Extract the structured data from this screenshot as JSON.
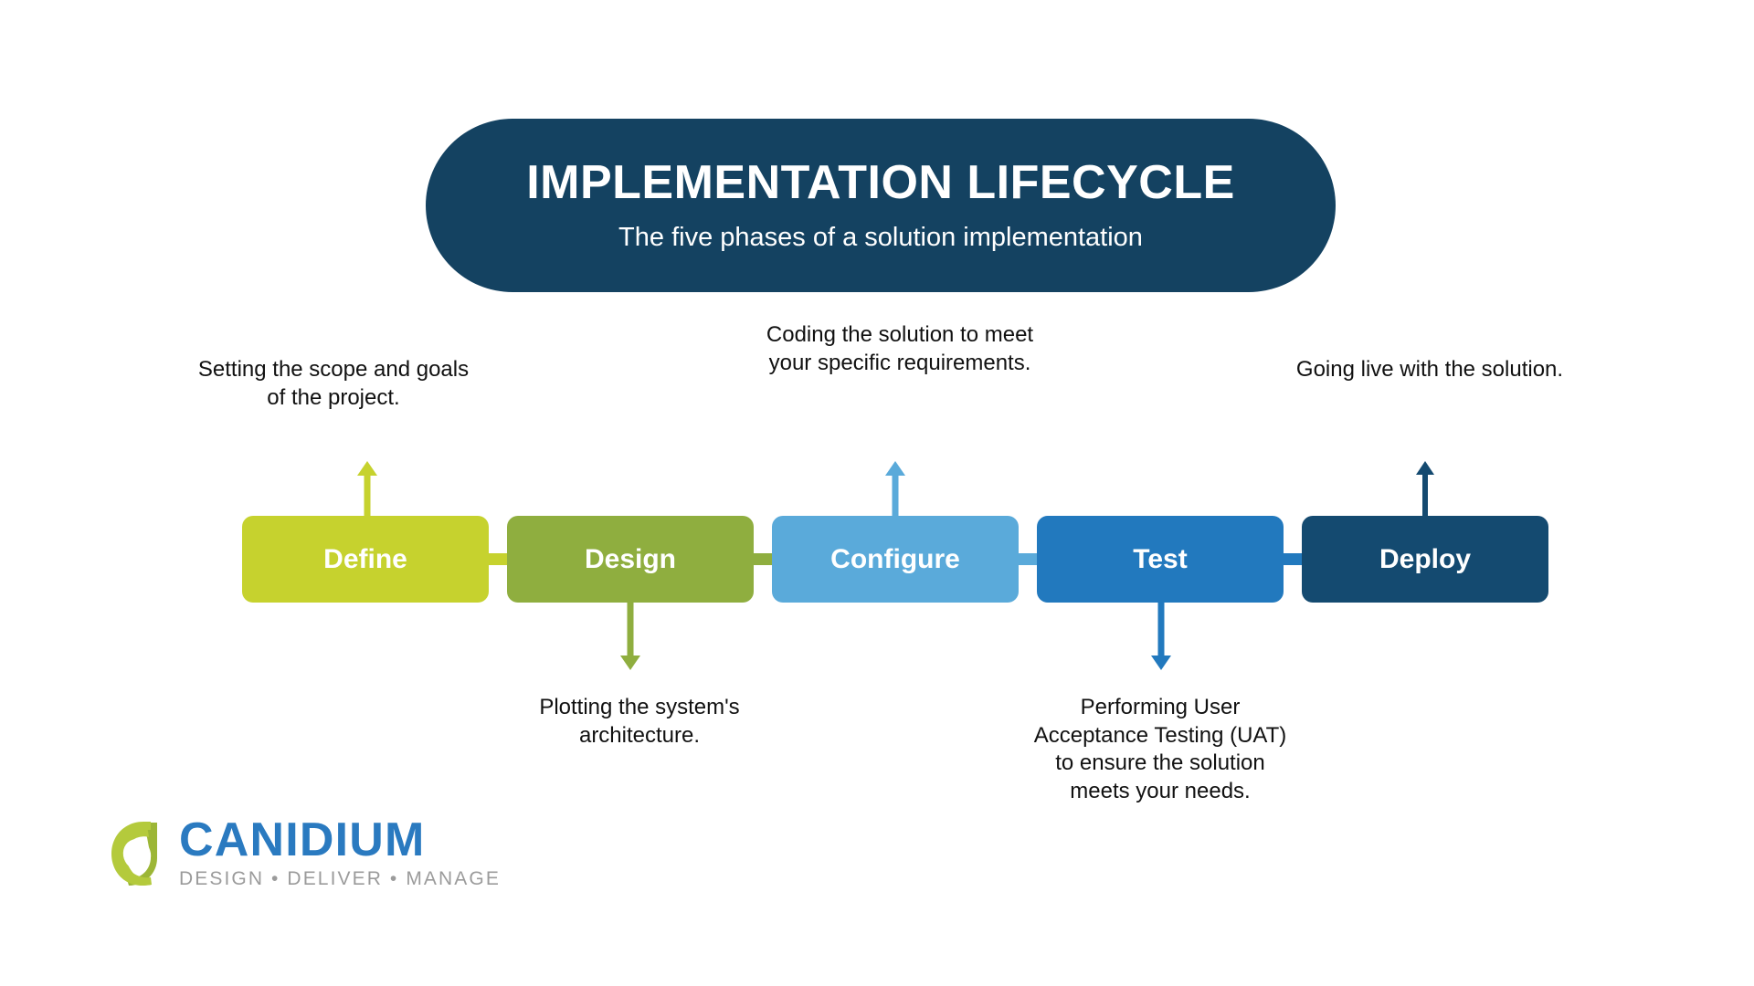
{
  "header": {
    "title": "IMPLEMENTATION LIFECYCLE",
    "subtitle": "The five phases of a solution implementation",
    "background_color": "#144261",
    "text_color": "#ffffff"
  },
  "flow": {
    "phases": [
      {
        "label": "Define",
        "color": "#c6d22e",
        "description": "Setting the scope and goals of the project.",
        "description_position": "above",
        "arrow_direction": "up"
      },
      {
        "label": "Design",
        "color": "#8fae3f",
        "description": "Plotting the system's architecture.",
        "description_position": "below",
        "arrow_direction": "down"
      },
      {
        "label": "Configure",
        "color": "#5aaada",
        "description": "Coding the solution to meet your specific requirements.",
        "description_position": "above",
        "arrow_direction": "up"
      },
      {
        "label": "Test",
        "color": "#2279be",
        "description": "Performing User Acceptance Testing (UAT) to ensure the solution meets your needs.",
        "description_position": "below",
        "arrow_direction": "down"
      },
      {
        "label": "Deploy",
        "color": "#144a70",
        "description": "Going live with the solution.",
        "description_position": "above",
        "arrow_direction": "up"
      }
    ]
  },
  "logo": {
    "mark_name": "canidium-droplet-mark",
    "mark_color_light": "#b4ca3c",
    "mark_color_dark": "#9cb636",
    "wordmark": "CANIDIUM",
    "wordmark_color": "#2a7ac0",
    "tagline": "DESIGN • DELIVER • MANAGE",
    "tagline_color": "#9b9b9b"
  }
}
